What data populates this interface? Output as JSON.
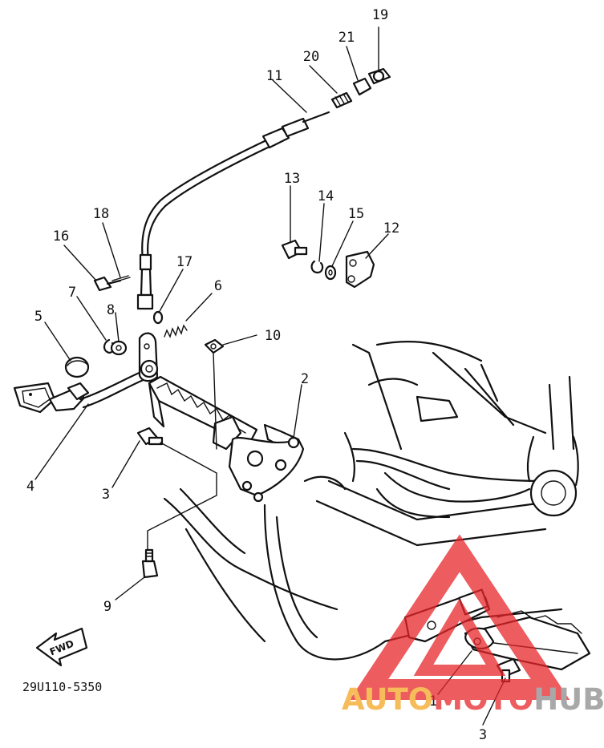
{
  "diagram": {
    "drawing_code": "29U110-5350",
    "fwd_label": "FWD",
    "callouts": [
      {
        "id": "c1",
        "label": "1"
      },
      {
        "id": "c2",
        "label": "2"
      },
      {
        "id": "c3a",
        "label": "3"
      },
      {
        "id": "c3b",
        "label": "3"
      },
      {
        "id": "c4",
        "label": "4"
      },
      {
        "id": "c5",
        "label": "5"
      },
      {
        "id": "c6",
        "label": "6"
      },
      {
        "id": "c7",
        "label": "7"
      },
      {
        "id": "c8",
        "label": "8"
      },
      {
        "id": "c9",
        "label": "9"
      },
      {
        "id": "c10",
        "label": "10"
      },
      {
        "id": "c11",
        "label": "11"
      },
      {
        "id": "c12",
        "label": "12"
      },
      {
        "id": "c13",
        "label": "13"
      },
      {
        "id": "c14",
        "label": "14"
      },
      {
        "id": "c15",
        "label": "15"
      },
      {
        "id": "c16",
        "label": "16"
      },
      {
        "id": "c17",
        "label": "17"
      },
      {
        "id": "c18",
        "label": "18"
      },
      {
        "id": "c19",
        "label": "19"
      },
      {
        "id": "c20",
        "label": "20"
      },
      {
        "id": "c21",
        "label": "21"
      }
    ]
  },
  "watermark": {
    "text_part1": "AUTO",
    "text_part2": "MOTO",
    "text_part3": "HUB",
    "colors": {
      "orange": "#f5a623",
      "red": "#e8262a",
      "gray": "#8c8c8c"
    }
  }
}
